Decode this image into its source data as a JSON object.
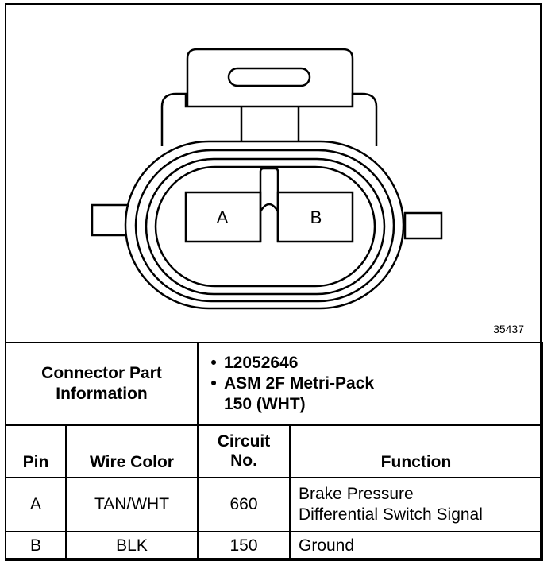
{
  "drawing": {
    "pin_labels": [
      "A",
      "B"
    ],
    "figure_number": "35437"
  },
  "connector_info": {
    "title_line1": "Connector Part",
    "title_line2": "Information",
    "part_number": "12052646",
    "description_line1": "ASM 2F Metri-Pack",
    "description_line2": "150 (WHT)"
  },
  "table": {
    "headers": {
      "pin": "Pin",
      "wire_color": "Wire Color",
      "circuit_line1": "Circuit",
      "circuit_line2": "No.",
      "function": "Function"
    },
    "rows": [
      {
        "pin": "A",
        "wire_color": "TAN/WHT",
        "circuit": "660",
        "function_line1": "Brake Pressure",
        "function_line2": "Differential Switch Signal"
      },
      {
        "pin": "B",
        "wire_color": "BLK",
        "circuit": "150",
        "function_line1": "Ground",
        "function_line2": ""
      }
    ]
  }
}
